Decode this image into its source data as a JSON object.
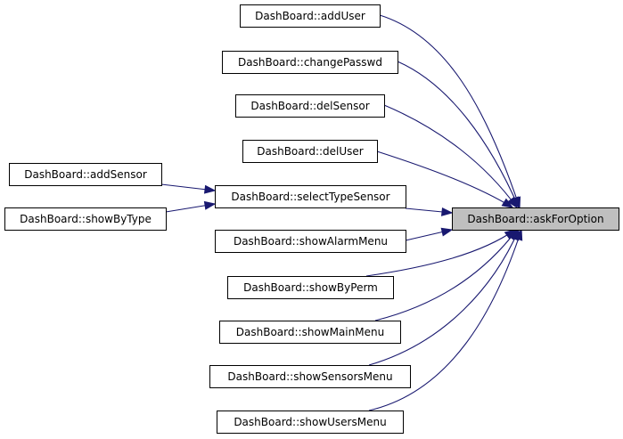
{
  "graph": {
    "edge_color": "#191970",
    "node_fill": "#ffffff",
    "target_fill": "#bfbfbf",
    "nodes": {
      "askForOption": {
        "label": "DashBoard::askForOption",
        "highlighted": true
      },
      "addUser": {
        "label": "DashBoard::addUser"
      },
      "changePasswd": {
        "label": "DashBoard::changePasswd"
      },
      "delSensor": {
        "label": "DashBoard::delSensor"
      },
      "delUser": {
        "label": "DashBoard::delUser"
      },
      "selectTypeSensor": {
        "label": "DashBoard::selectTypeSensor"
      },
      "showAlarmMenu": {
        "label": "DashBoard::showAlarmMenu"
      },
      "showByPerm": {
        "label": "DashBoard::showByPerm"
      },
      "showMainMenu": {
        "label": "DashBoard::showMainMenu"
      },
      "showSensorsMenu": {
        "label": "DashBoard::showSensorsMenu"
      },
      "showUsersMenu": {
        "label": "DashBoard::showUsersMenu"
      },
      "addSensor": {
        "label": "DashBoard::addSensor"
      },
      "showByType": {
        "label": "DashBoard::showByType"
      }
    },
    "edges": [
      {
        "from": "addUser",
        "to": "askForOption"
      },
      {
        "from": "changePasswd",
        "to": "askForOption"
      },
      {
        "from": "delSensor",
        "to": "askForOption"
      },
      {
        "from": "delUser",
        "to": "askForOption"
      },
      {
        "from": "selectTypeSensor",
        "to": "askForOption"
      },
      {
        "from": "showAlarmMenu",
        "to": "askForOption"
      },
      {
        "from": "showByPerm",
        "to": "askForOption"
      },
      {
        "from": "showMainMenu",
        "to": "askForOption"
      },
      {
        "from": "showSensorsMenu",
        "to": "askForOption"
      },
      {
        "from": "showUsersMenu",
        "to": "askForOption"
      },
      {
        "from": "addSensor",
        "to": "selectTypeSensor"
      },
      {
        "from": "showByType",
        "to": "selectTypeSensor"
      }
    ]
  }
}
